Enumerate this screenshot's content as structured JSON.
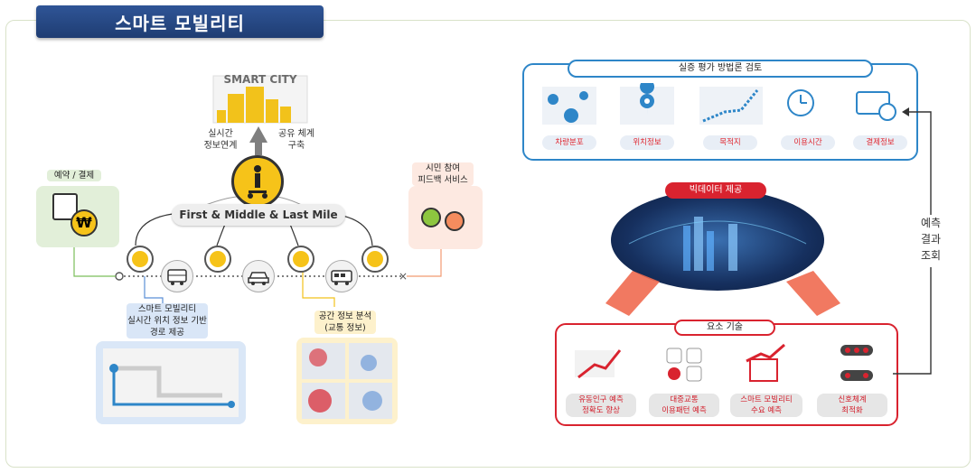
{
  "header": {
    "title": "스마트 모빌리티"
  },
  "left": {
    "city_label": "SMART CITY",
    "realtime_label": "실시간\n정보연계",
    "share_label": "공유 체계\n구축",
    "mile_label": "First & Middle & Last Mile",
    "booking_label": "예약 / 결제",
    "citizen_label": "시민 참여\n피드백 서비스",
    "route_label": "스마트 모빌리티\n실시간 위치 정보 기반\n경로 제공",
    "spatial_label": "공간 정보 분석\n(교통 정보)",
    "won_symbol": "₩"
  },
  "right": {
    "top_title": "실증 평가 방법론 검토",
    "top_items": [
      "차량분포",
      "위치정보",
      "목적지",
      "이용시간",
      "결제정보"
    ],
    "bigdata_label": "빅데이터 제공",
    "tech_title": "요소 기술",
    "tech_items": [
      "유동인구 예측\n정확도 향상",
      "대중교통\n이용패턴 예측",
      "스마트 모빌리티\n수요 예측",
      "신호체계\n최적화"
    ],
    "feedback_label": "예측\n결과\n조회"
  },
  "colors": {
    "navy": "#1f3d73",
    "blue": "#2e86c8",
    "red": "#d9232f",
    "yellow": "#f6c319",
    "green": "#7bbf5a"
  }
}
